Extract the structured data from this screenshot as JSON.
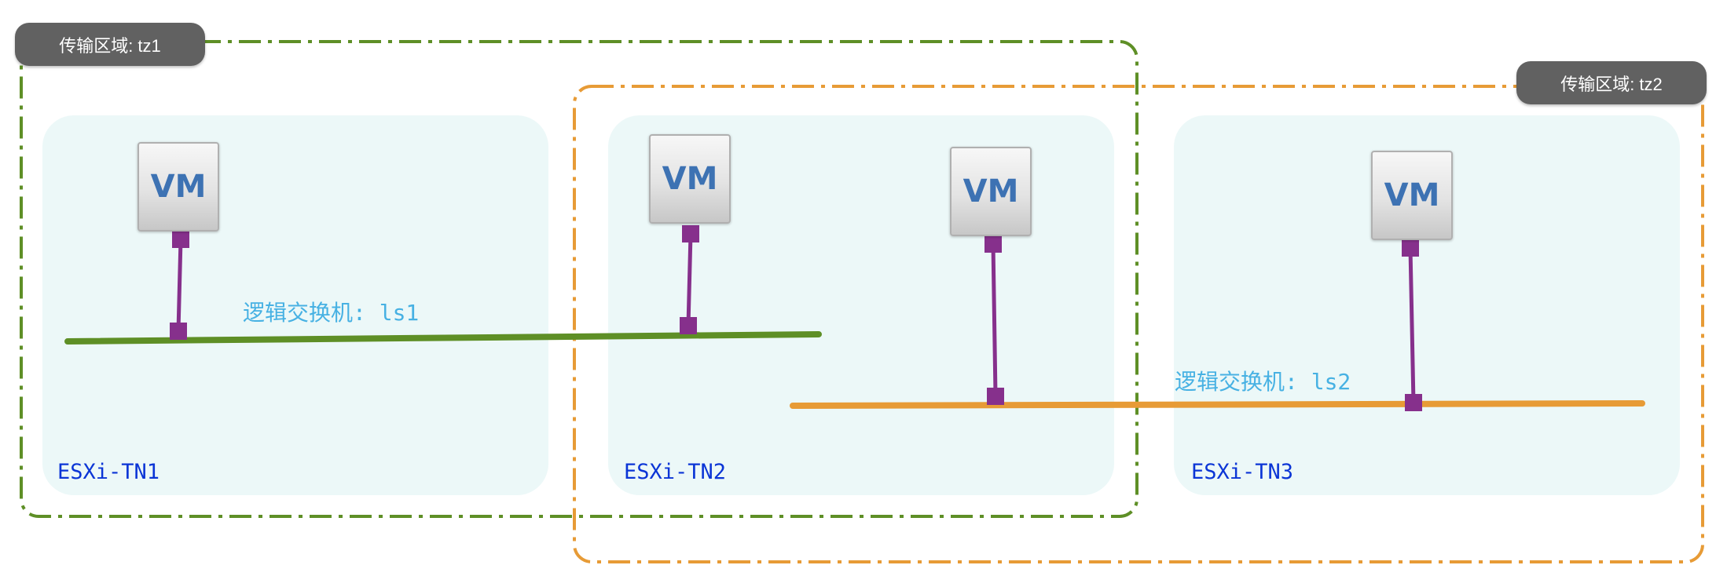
{
  "transport_zones": [
    {
      "id": "tz1",
      "label": "传输区域: tz1",
      "color": "#5e8f26"
    },
    {
      "id": "tz2",
      "label": "传输区域: tz2",
      "color": "#e79b36"
    }
  ],
  "hosts": [
    {
      "id": "tn1",
      "label": "ESXi-TN1"
    },
    {
      "id": "tn2",
      "label": "ESXi-TN2"
    },
    {
      "id": "tn3",
      "label": "ESXi-TN3"
    }
  ],
  "logical_switches": [
    {
      "id": "ls1",
      "label": "逻辑交换机: ls1",
      "color": "#5e8f26"
    },
    {
      "id": "ls2",
      "label": "逻辑交换机: ls2",
      "color": "#e79b36"
    }
  ],
  "vms": [
    {
      "label": "VM",
      "host": "ESXi-TN1",
      "switch": "ls1"
    },
    {
      "label": "VM",
      "host": "ESXi-TN2",
      "switch": "ls1"
    },
    {
      "label": "VM",
      "host": "ESXi-TN2",
      "switch": "ls2"
    },
    {
      "label": "VM",
      "host": "ESXi-TN3",
      "switch": "ls2"
    }
  ],
  "connector_color": "#86308c"
}
